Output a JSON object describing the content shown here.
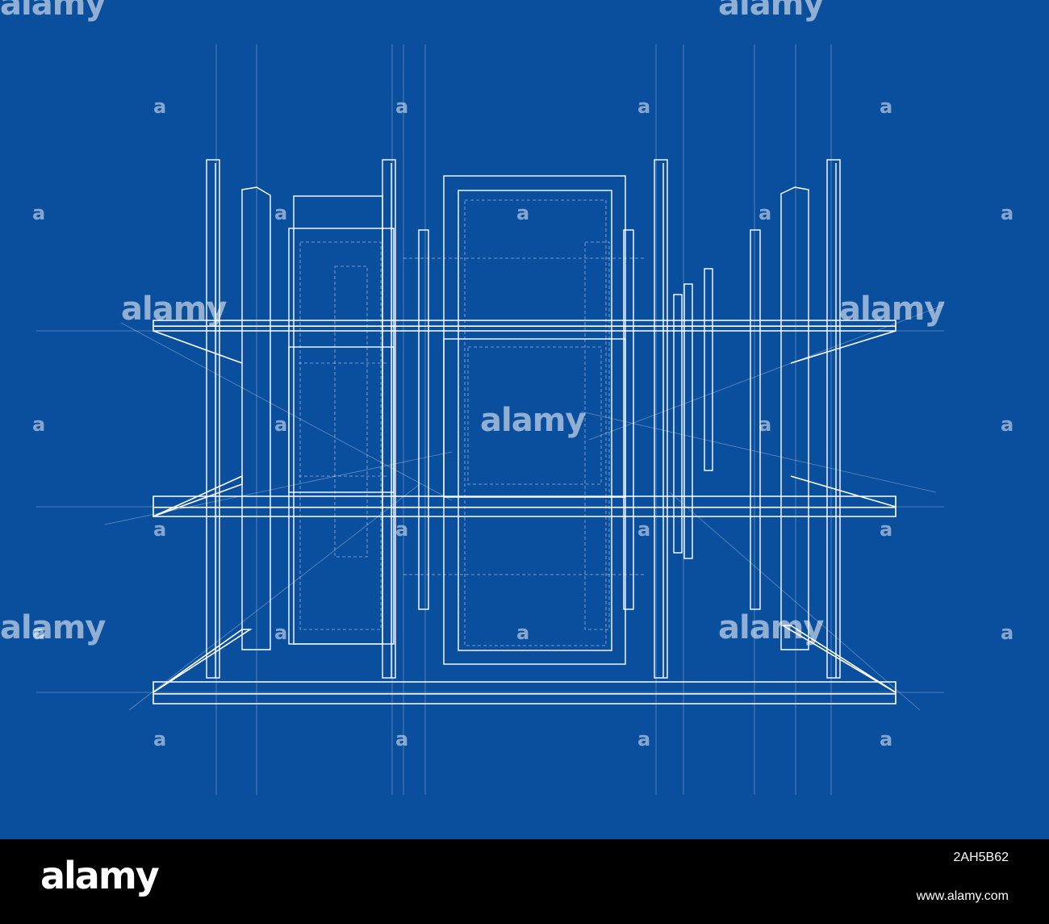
{
  "watermark": {
    "word": "alamy",
    "letter": "a"
  },
  "footer": {
    "logo": "alamy",
    "image_id": "2AH5B62",
    "url": "www.alamy.com"
  },
  "colors": {
    "background": "#0a4f9e",
    "line": "#ffffff",
    "footer": "#000000"
  }
}
